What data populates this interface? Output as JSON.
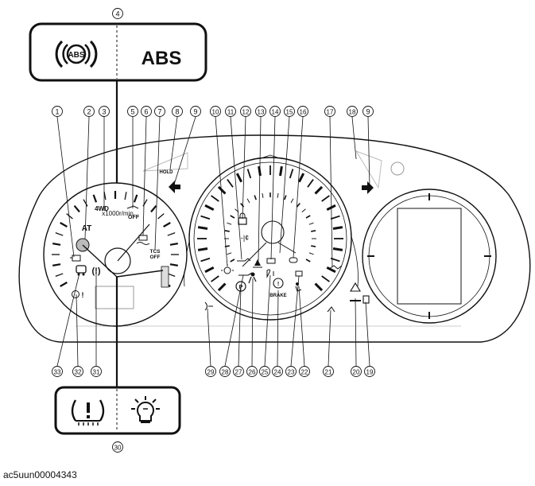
{
  "callouts": [
    "1",
    "2",
    "3",
    "4",
    "5",
    "6",
    "7",
    "8",
    "9",
    "10",
    "11",
    "12",
    "13",
    "14",
    "15",
    "16",
    "17",
    "18",
    "19",
    "20",
    "21",
    "22",
    "23",
    "24",
    "25",
    "26",
    "27",
    "28",
    "29",
    "30",
    "31",
    "32",
    "33"
  ],
  "insets": {
    "top": {
      "right_label": "ABS",
      "icon": "abs-warning-icon"
    },
    "bottom": {
      "left_icon": "tire-pressure-warning-icon",
      "right_icon": "headlight-bulb-warning-icon"
    }
  },
  "tachometer": {
    "unit": "x1000r/min",
    "at_label": "AT",
    "fourwd_label": "4WD",
    "tcs_label": "TCS",
    "tcs_off_label": "OFF",
    "dsc_off_label": "OFF"
  },
  "speedometer": {
    "brake_label": "BRAKE",
    "hold_label": "HOLD"
  },
  "caption": "ac5uun00004343"
}
